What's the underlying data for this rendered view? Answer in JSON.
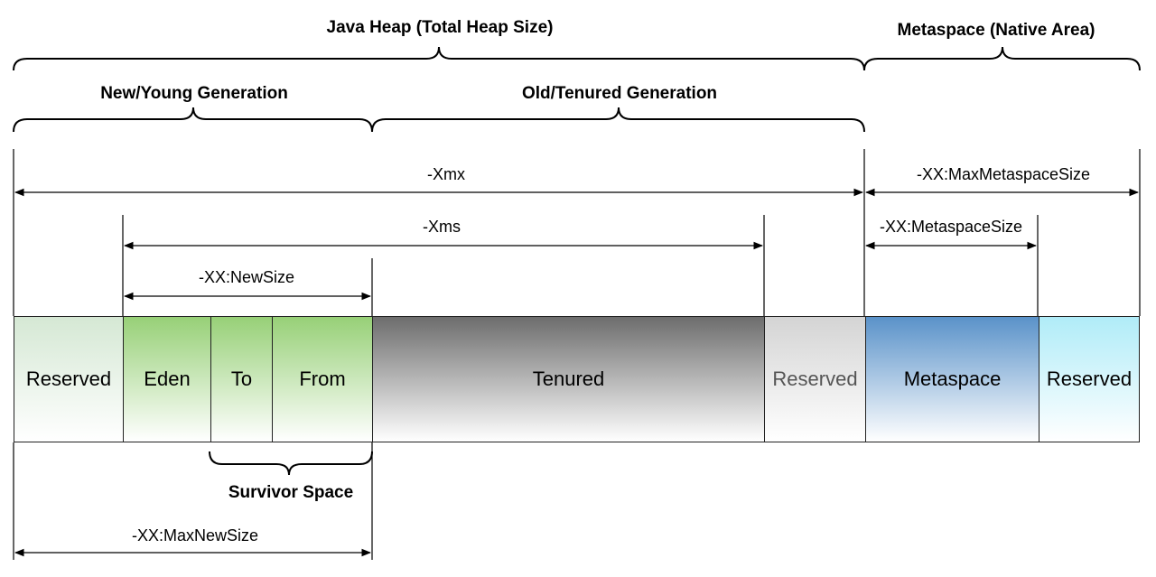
{
  "headers": {
    "java_heap": "Java Heap (Total Heap Size)",
    "metaspace_native": "Metaspace (Native Area)",
    "young_gen": "New/Young Generation",
    "old_gen": "Old/Tenured Generation",
    "survivor": "Survivor Space"
  },
  "arrows": {
    "xmx": "-Xmx",
    "xms": "-Xms",
    "newsize": "-XX:NewSize",
    "maxnewsize": "-XX:MaxNewSize",
    "max_metaspace": "-XX:MaxMetaspaceSize",
    "metaspace_size": "-XX:MetaspaceSize"
  },
  "segments": {
    "reserved_young": "Reserved",
    "eden": "Eden",
    "to": "To",
    "from": "From",
    "tenured": "Tenured",
    "reserved_old": "Reserved",
    "metaspace": "Metaspace",
    "reserved_meta": "Reserved"
  },
  "colors": {
    "young": "#97d077",
    "young_reserved": "#d5e8d4",
    "tenured": "#6d6d6d",
    "old_reserved": "#d4d4d4",
    "metaspace": "#5a92c9",
    "meta_reserved": "#b0ecf8"
  }
}
